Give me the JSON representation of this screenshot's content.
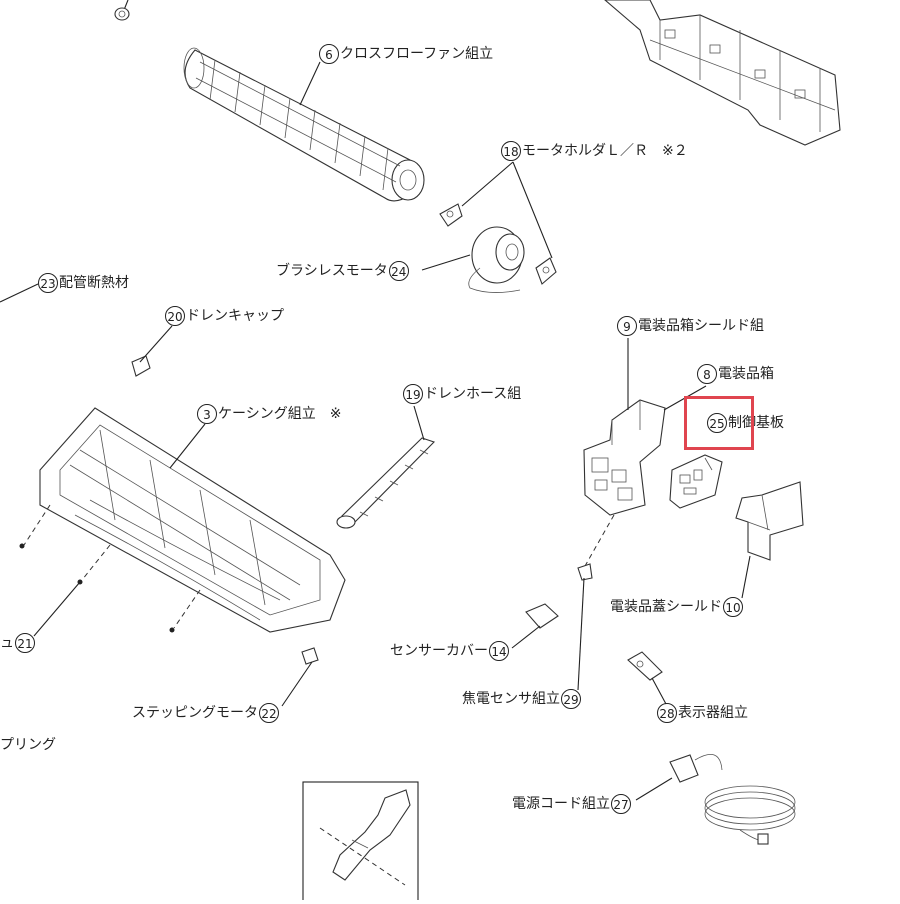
{
  "callouts": [
    {
      "id": "p6",
      "num": "6",
      "text": "クロスフローファン組立"
    },
    {
      "id": "p18",
      "num": "18",
      "text": "モータホルダＬ／Ｒ　※２"
    },
    {
      "id": "p24",
      "num": "24",
      "text": "ブラシレスモータ"
    },
    {
      "id": "p23",
      "num": "23",
      "text": "配管断熱材"
    },
    {
      "id": "p20",
      "num": "20",
      "text": "ドレンキャップ"
    },
    {
      "id": "p9",
      "num": "9",
      "text": "電装品箱シールド組"
    },
    {
      "id": "p8",
      "num": "8",
      "text": "電装品箱"
    },
    {
      "id": "p19",
      "num": "19",
      "text": "ドレンホース組"
    },
    {
      "id": "p3",
      "num": "3",
      "text": "ケーシング組立　※"
    },
    {
      "id": "p25",
      "num": "25",
      "text": "制御基板"
    },
    {
      "id": "p10",
      "num": "10",
      "text": "電装品蓋シールド"
    },
    {
      "id": "p21",
      "num": "21",
      "text": "ュ"
    },
    {
      "id": "p14",
      "num": "14",
      "text": "センサーカバー"
    },
    {
      "id": "p29",
      "num": "29",
      "text": "焦電センサ組立"
    },
    {
      "id": "p28",
      "num": "28",
      "text": "表示器組立"
    },
    {
      "id": "p22",
      "num": "22",
      "text": "ステッピングモータ"
    },
    {
      "id": "p_spring",
      "num": "",
      "text": "プリング"
    },
    {
      "id": "p27",
      "num": "27",
      "text": "電源コード組立"
    }
  ],
  "highlight": {
    "target": "p25",
    "color": "#e0454f"
  }
}
